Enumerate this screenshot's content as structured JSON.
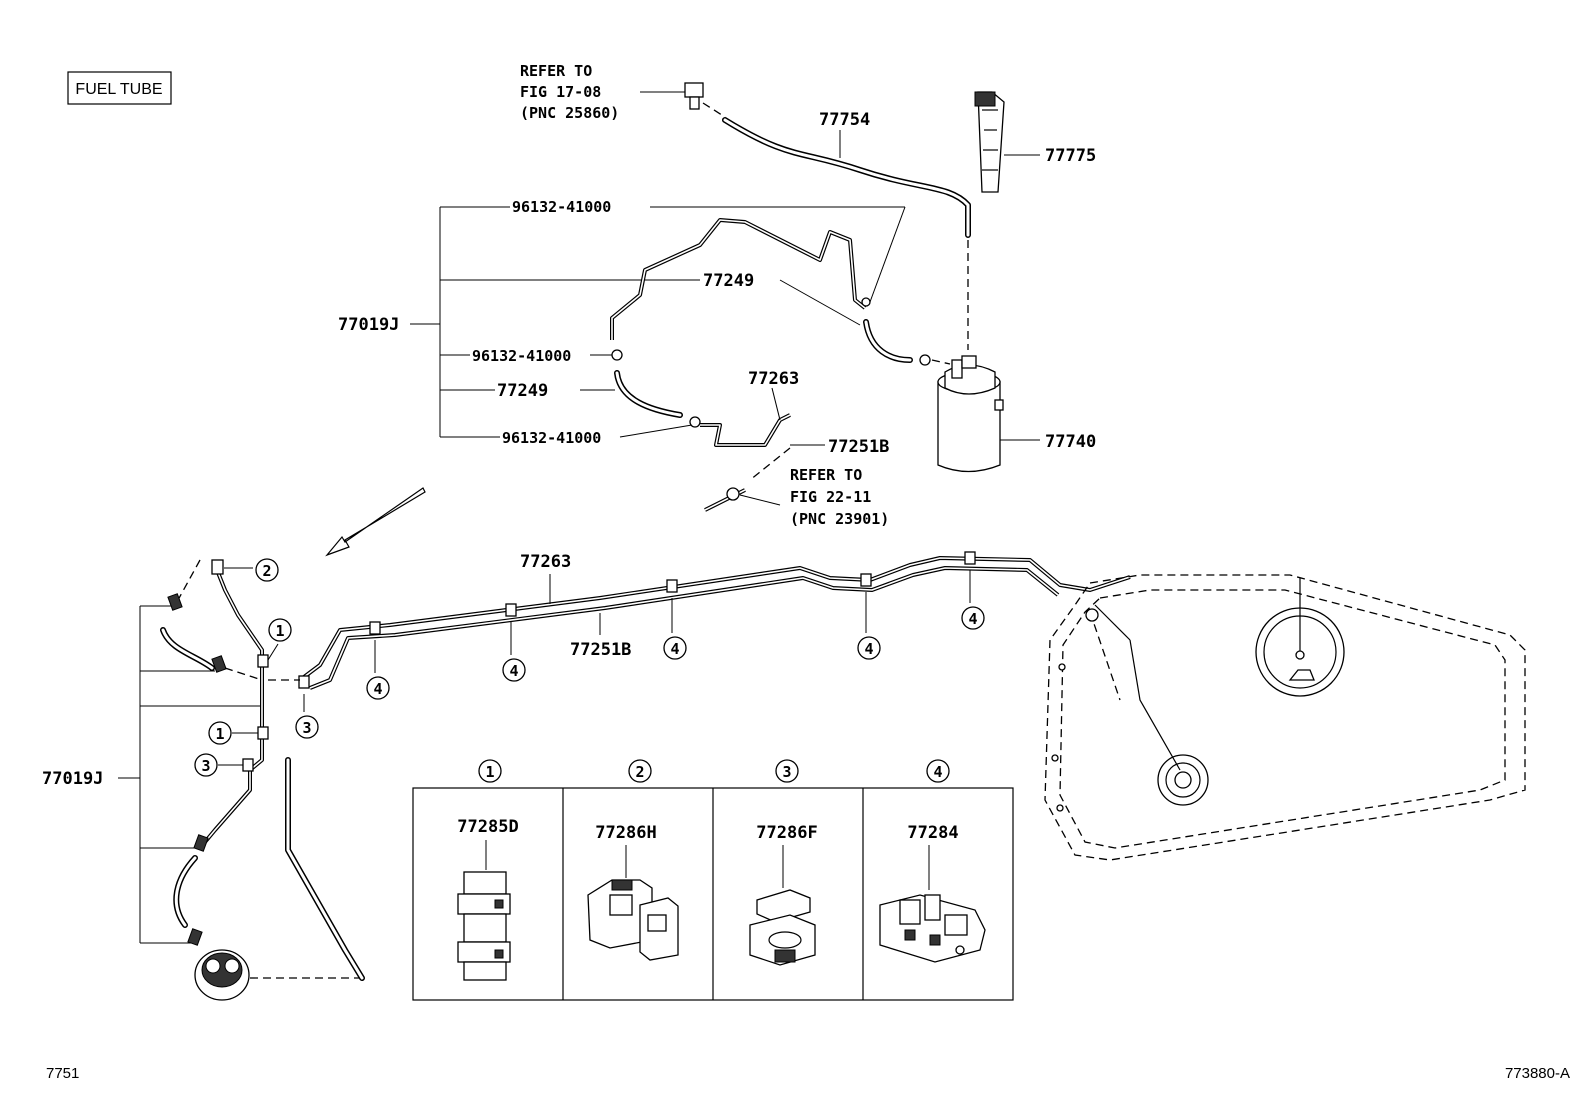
{
  "title_box": "FUEL TUBE",
  "refer_a": [
    "REFER TO",
    "FIG 17-08",
    "(PNC 25860)"
  ],
  "refer_b": [
    "REFER TO",
    "FIG 22-11",
    "(PNC 23901)"
  ],
  "parts": {
    "p77754": "77754",
    "p77775": "77775",
    "p96132_top": "96132-41000",
    "p77249_top": "77249",
    "p77019J_top": "77019J",
    "p96132_mid": "96132-41000",
    "p77249_mid": "77249",
    "p96132_bot": "96132-41000",
    "p77263_top": "77263",
    "p77251B_top": "77251B",
    "p77740": "77740",
    "p77263_main": "77263",
    "p77251B_main": "77251B",
    "p77019J_left": "77019J"
  },
  "callouts": {
    "c1": "1",
    "c2": "2",
    "c3": "3",
    "c4": "4"
  },
  "legend": {
    "col1_part": "77285D",
    "col2_part": "77286H",
    "col3_part": "77286F",
    "col4_part": "77284"
  },
  "footer": {
    "left": "7751",
    "right": "773880-A"
  }
}
